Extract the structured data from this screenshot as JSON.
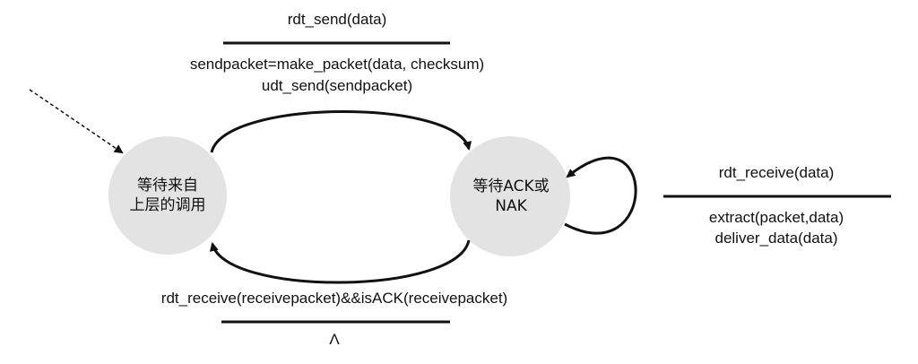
{
  "states": {
    "wait_call": {
      "line1": "等待来自",
      "line2": "上层的调用"
    },
    "wait_ack": {
      "line1": "等待ACK或",
      "line2": "NAK"
    }
  },
  "transitions": {
    "send": {
      "event": "rdt_send(data)",
      "action1": "sendpacket=make_packet(data, checksum)",
      "action2": "udt_send(sendpacket)"
    },
    "receive_ack": {
      "event": "rdt_receive(receivepacket)&&isACK(receivepacket)",
      "action": "Λ"
    },
    "self_loop": {
      "event": "rdt_receive(data)",
      "action1": "extract(packet,data)",
      "action2": "deliver_data(data)"
    }
  },
  "colors": {
    "state_fill": "#e3e3e3",
    "stroke": "#111111"
  }
}
